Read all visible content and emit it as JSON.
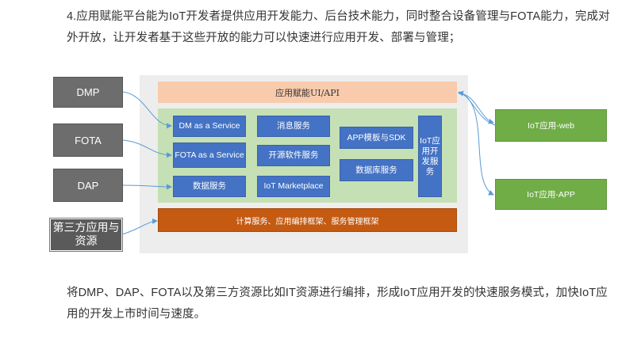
{
  "paragraphs": {
    "intro": "4.应用赋能平台能为IoT开发者提供应用开发能力、后台技术能力，同时整合设备管理与FOTA能力，完成对外开放，让开发者基于这些开放的能力可以快速进行应用开发、部署与管理；",
    "outro": "将DMP、DAP、FOTA以及第三方资源比如IT资源进行编排，形成IoT应用开发的快速服务模式，加快IoT应用的开发上市时间与速度。"
  },
  "diagram": {
    "sources": {
      "dmp": "DMP",
      "fota": "FOTA",
      "dap": "DAP",
      "third_party": "第三方应用与资源"
    },
    "ui_api": "应用赋能UI/API",
    "services": {
      "dm": "DM as a Service",
      "fota": "FOTA as a Service",
      "data": "数据服务",
      "message": "消息服务",
      "open_source": "开源软件服务",
      "marketplace": "IoT Marketplace",
      "app_sdk": "APP模板与SDK",
      "database": "数据库服务",
      "iot_app_dev": "IoT应用开发服务"
    },
    "compute": "计算服务、应用编排框架、服务管理框架",
    "outputs": {
      "web": "IoT应用-web",
      "app": "IoT应用-APP"
    },
    "colors": {
      "ui_bar": "#f8cbad",
      "panel": "#c5e0b4",
      "service": "#4472c4",
      "compute": "#c55a11",
      "source": "#6d6d6d",
      "output": "#70ad47",
      "connector": "#5b9bd5"
    }
  }
}
